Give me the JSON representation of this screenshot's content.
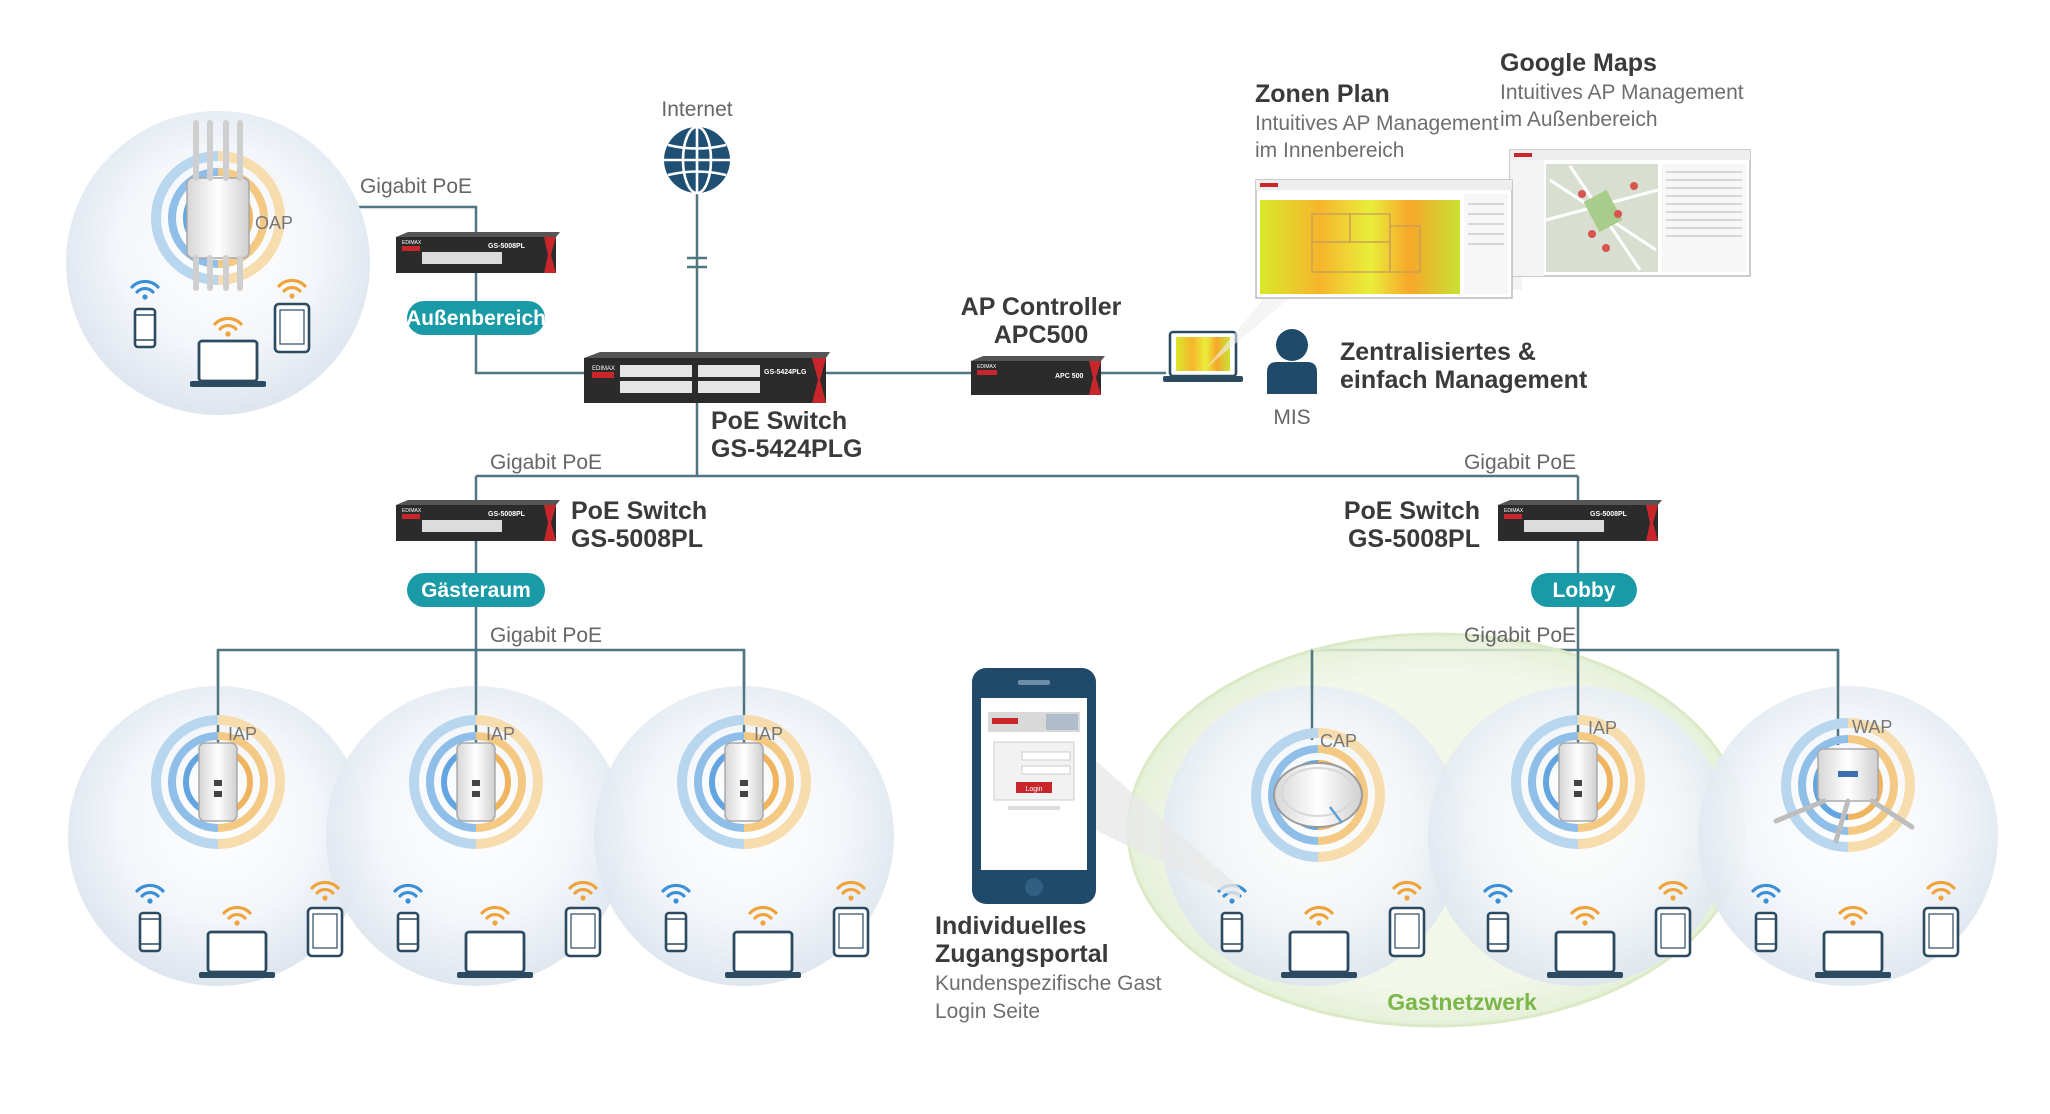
{
  "labels": {
    "internet": "Internet",
    "gigabit_poe": "Gigabit PoE",
    "oap": "OAP",
    "iap": "IAP",
    "cap": "CAP",
    "wap": "WAP",
    "mis": "MIS"
  },
  "core_switch": {
    "line1": "PoE Switch",
    "line2": "GS-5424PLG",
    "front_text": "GS-5424PLG"
  },
  "ap_controller": {
    "line1": "AP Controller",
    "line2": "APC500",
    "front_text": "APC 500"
  },
  "switch_left": {
    "line1": "PoE Switch",
    "line2": "GS-5008PL"
  },
  "switch_right": {
    "line1": "PoE Switch",
    "line2": "GS-5008PL"
  },
  "switch_front_text": "GS-5008PL",
  "brand": "EDIMAX",
  "zones": {
    "outdoor": "Außenbereich",
    "guestroom": "Gästeraum",
    "lobby": "Lobby",
    "guest_network": "Gastnetzwerk"
  },
  "management": {
    "line1": "Zentralisiertes &",
    "line2": "einfach Management"
  },
  "zone_plan": {
    "title": "Zonen Plan",
    "line1": "Intuitives AP Management",
    "line2": "im Innenbereich"
  },
  "google_maps": {
    "title": "Google Maps",
    "line1": "Intuitives AP Management",
    "line2": "im Außenbereich"
  },
  "portal": {
    "title1": "Individuelles",
    "title2": "Zugangsportal",
    "sub1": "Kundenspezifische Gast",
    "sub2": "Login Seite",
    "phone_login": "Login"
  },
  "colors": {
    "line": "#4f7681",
    "pill": "#1a9aa6",
    "switch_body": "#2b2b2b",
    "switch_accent": "#c8262b",
    "guest_green": "#7ab648",
    "phone_navy": "#1f4a6a"
  }
}
